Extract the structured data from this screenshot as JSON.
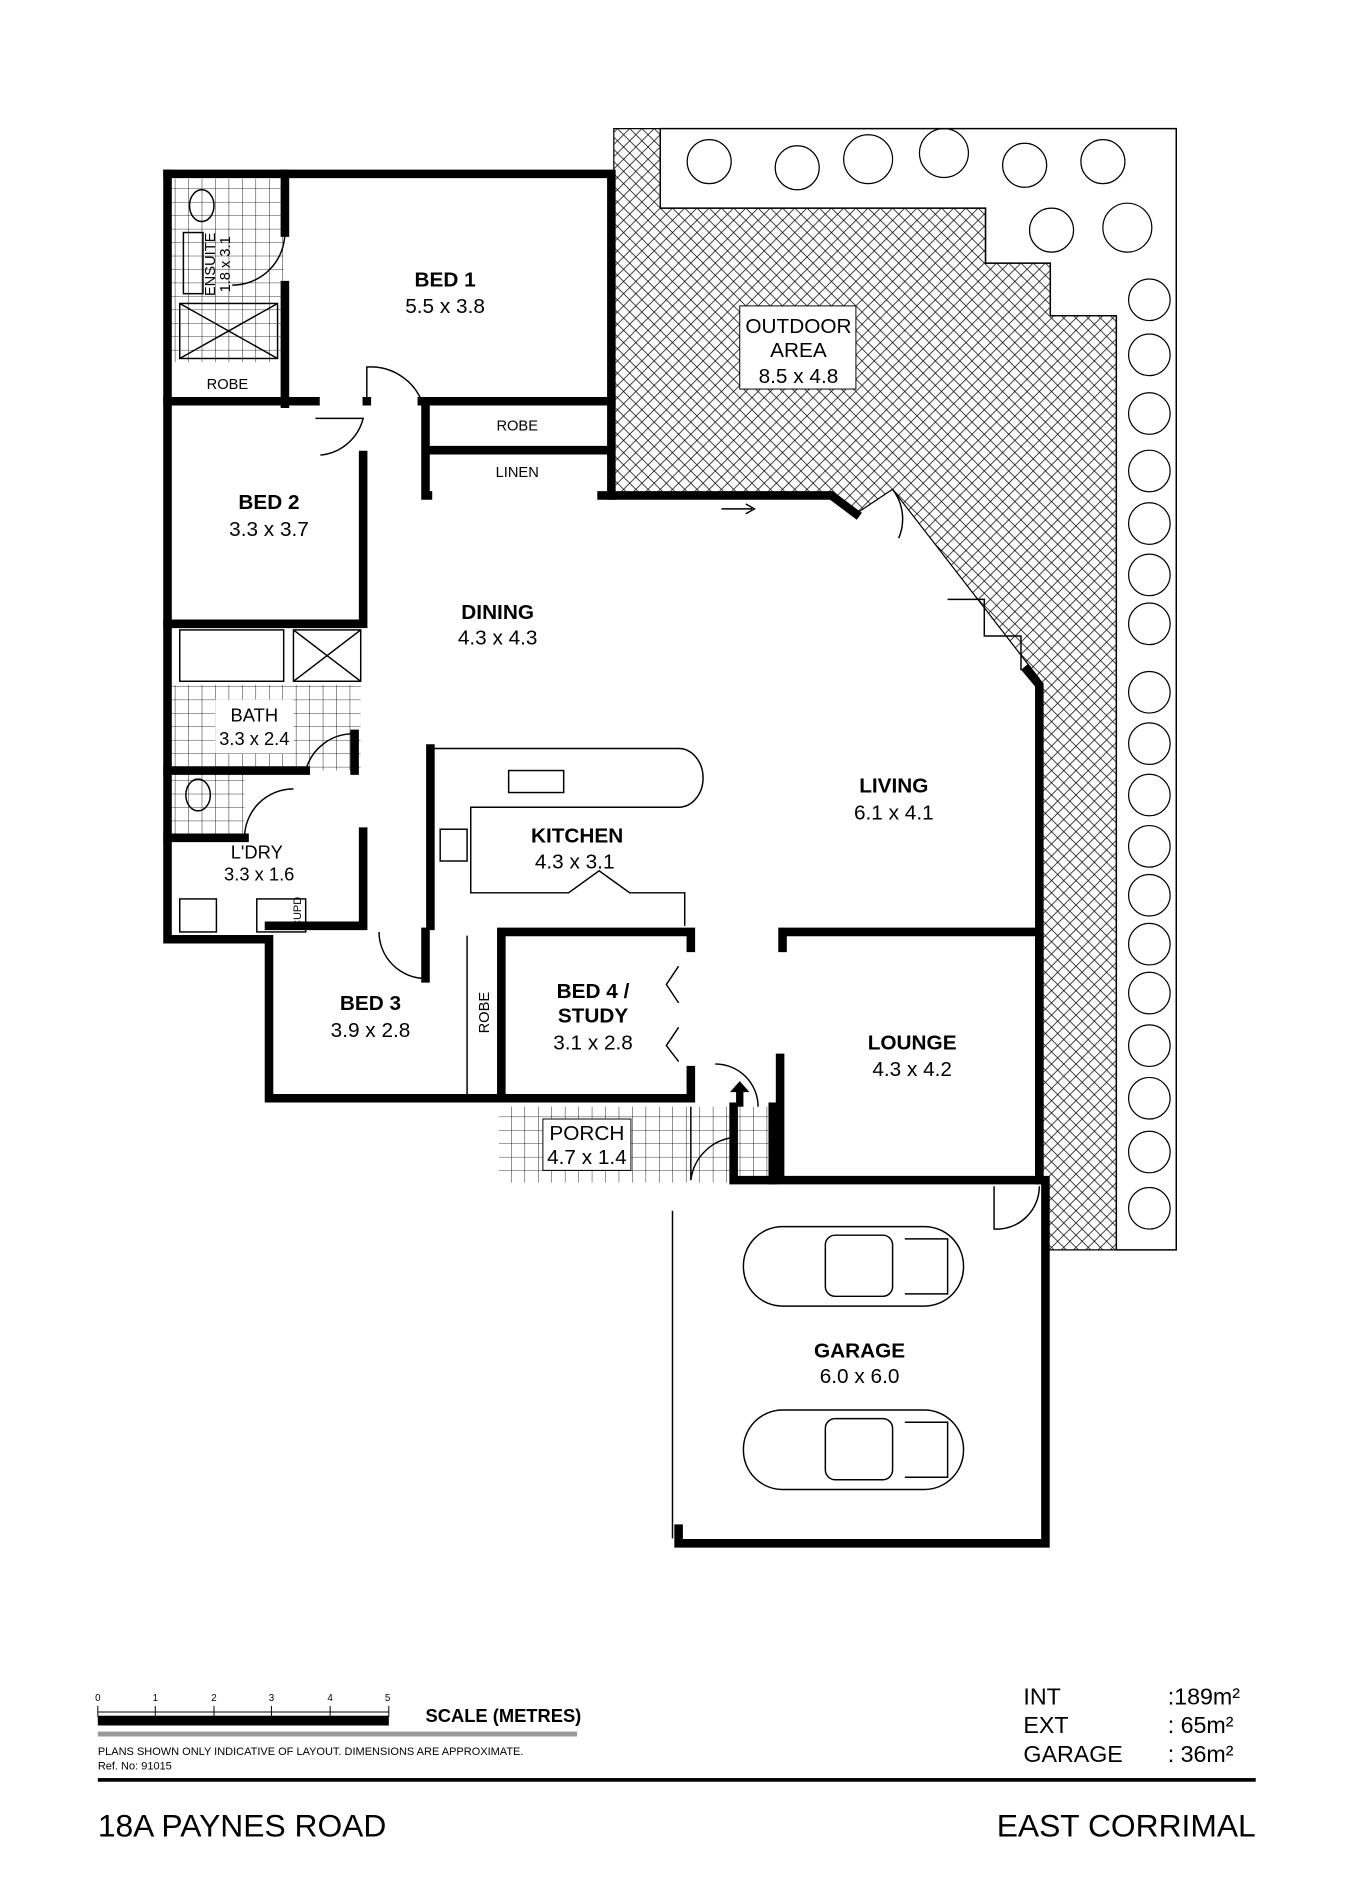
{
  "rooms": {
    "bed1": {
      "name": "BED 1",
      "dims": "5.5 x 3.8"
    },
    "ensuite": {
      "name": "ENSUITE",
      "dims": "1.8 x 3.1"
    },
    "ensuite_robe": {
      "name": "ROBE"
    },
    "hall_robe": {
      "name": "ROBE"
    },
    "linen": {
      "name": "LINEN"
    },
    "outdoor": {
      "name1": "OUTDOOR",
      "name2": "AREA",
      "dims": "8.5 x 4.8"
    },
    "bed2": {
      "name": "BED 2",
      "dims": "3.3 x 3.7"
    },
    "dining": {
      "name": "DINING",
      "dims": "4.3 x 4.3"
    },
    "bath": {
      "name": "BATH",
      "dims": "3.3 x 2.4"
    },
    "laundry": {
      "name": "L'DRY",
      "dims": "3.3 x 1.6"
    },
    "cupboard": {
      "name": "CUPD"
    },
    "kitchen": {
      "name": "KITCHEN",
      "dims": "4.3 x 3.1"
    },
    "living": {
      "name": "LIVING",
      "dims": "6.1 x 4.1"
    },
    "bed3": {
      "name": "BED 3",
      "dims": "3.9 x 2.8"
    },
    "bed3_robe": {
      "name": "ROBE"
    },
    "bed4": {
      "name1": "BED 4 /",
      "name2": "STUDY",
      "dims": "3.1 x 2.8"
    },
    "lounge": {
      "name": "LOUNGE",
      "dims": "4.3 x 4.2"
    },
    "porch": {
      "name": "PORCH",
      "dims": "4.7 x 1.4"
    },
    "garage": {
      "name": "GARAGE",
      "dims": "6.0 x 6.0"
    }
  },
  "scale": {
    "ticks": [
      "0",
      "1",
      "2",
      "3",
      "4",
      "5"
    ],
    "label": "SCALE (METRES)",
    "disclaimer": "PLANS SHOWN ONLY INDICATIVE OF LAYOUT.  DIMENSIONS ARE APPROXIMATE.",
    "ref": "Ref. No: 91015"
  },
  "areas": [
    {
      "label": "INT",
      "value": ":189m²"
    },
    {
      "label": "EXT",
      "value": ":  65m²"
    },
    {
      "label": "GARAGE",
      "value": ":  36m²"
    }
  ],
  "footer": {
    "address": "18A PAYNES ROAD",
    "suburb": "EAST CORRIMAL"
  }
}
